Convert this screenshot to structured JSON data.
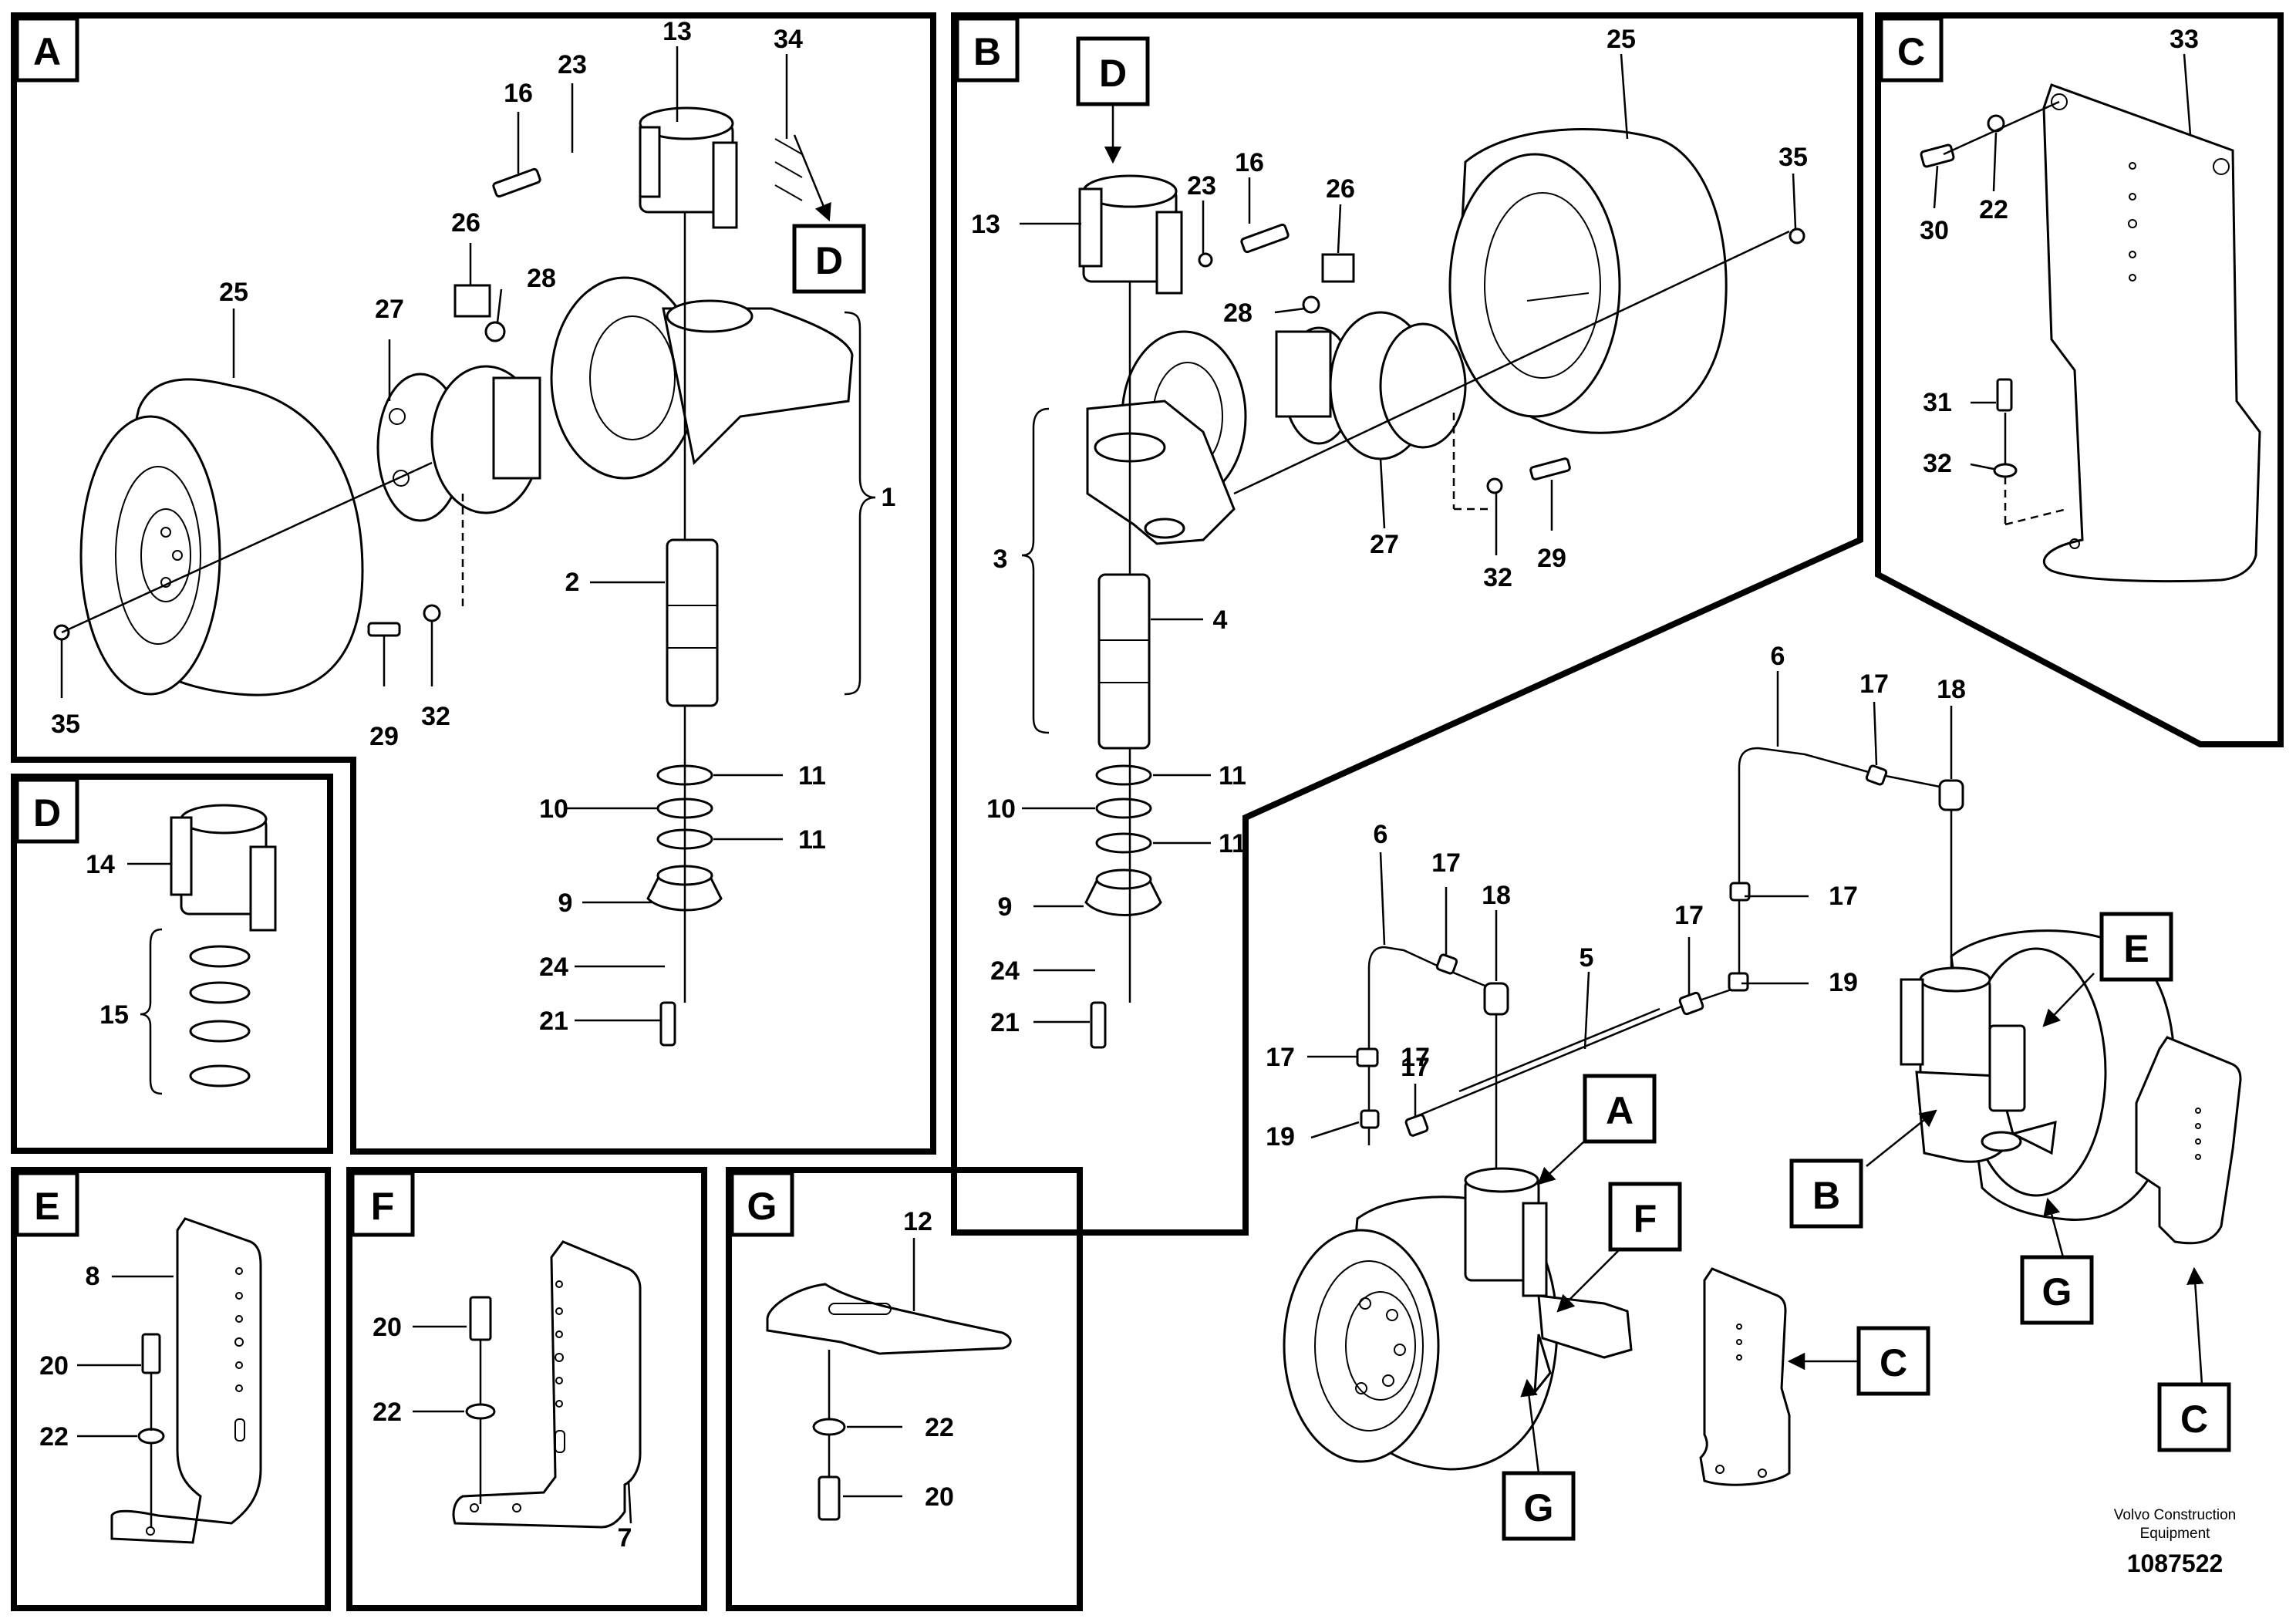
{
  "panels": {
    "A": {
      "tag": "A",
      "callout": "D",
      "labels": [
        "13",
        "34",
        "23",
        "16",
        "26",
        "28",
        "25",
        "27",
        "1",
        "2",
        "35",
        "29",
        "32",
        "11",
        "10",
        "11",
        "9",
        "24",
        "21"
      ]
    },
    "B": {
      "tag": "B",
      "callout": "D",
      "labels": [
        "25",
        "35",
        "13",
        "23",
        "16",
        "26",
        "28",
        "3",
        "27",
        "32",
        "29",
        "4",
        "11",
        "10",
        "11",
        "9",
        "24",
        "21"
      ]
    },
    "C": {
      "tag": "C",
      "labels": [
        "33",
        "30",
        "22",
        "31",
        "32"
      ]
    },
    "D": {
      "tag": "D",
      "labels": [
        "14",
        "15"
      ]
    },
    "E": {
      "tag": "E",
      "labels": [
        "8",
        "20",
        "22"
      ]
    },
    "F": {
      "tag": "F",
      "labels": [
        "20",
        "22",
        "7"
      ]
    },
    "G": {
      "tag": "G",
      "labels": [
        "12",
        "22",
        "20"
      ]
    },
    "overview": {
      "labels": [
        "6",
        "17",
        "18",
        "17",
        "17",
        "6",
        "17",
        "18",
        "5",
        "17",
        "19",
        "17",
        "17",
        "19"
      ],
      "callouts": [
        "E",
        "A",
        "F",
        "B",
        "G",
        "G",
        "C",
        "C"
      ]
    }
  },
  "footer": {
    "company_line1": "Volvo Construction",
    "company_line2": "Equipment",
    "drawing_number": "1087522"
  }
}
